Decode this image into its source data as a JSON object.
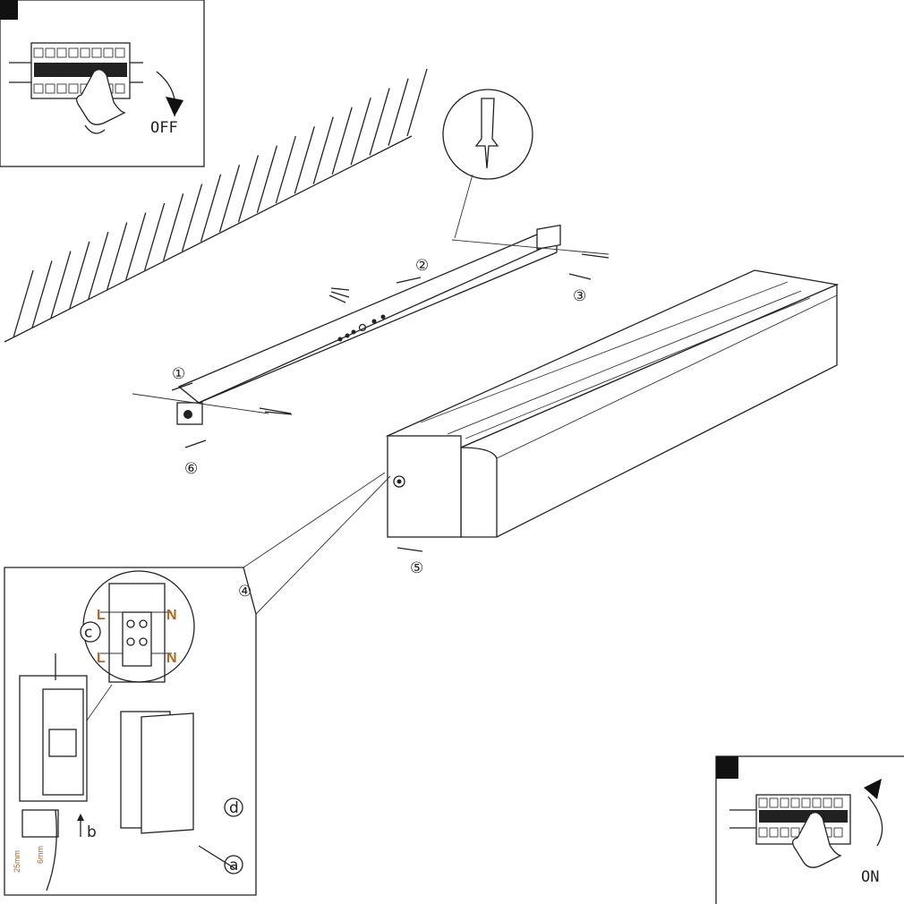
{
  "steps": {
    "s1": "①",
    "s2": "②",
    "s3": "③",
    "s4": "④",
    "s5": "⑤",
    "s6": "⑥"
  },
  "switch_off": {
    "label": "OFF"
  },
  "switch_on": {
    "label": "ON"
  },
  "wiring_detail": {
    "c": "c",
    "live_top": "L",
    "neutral_top": "N",
    "live_bottom": "L",
    "neutral_bottom": "N",
    "b": "b",
    "d": "d",
    "a": "a",
    "strip_length": "25mm",
    "core_strip": "6mm"
  },
  "colors": {
    "line": "#222222",
    "wire_label": "#b5651d"
  }
}
